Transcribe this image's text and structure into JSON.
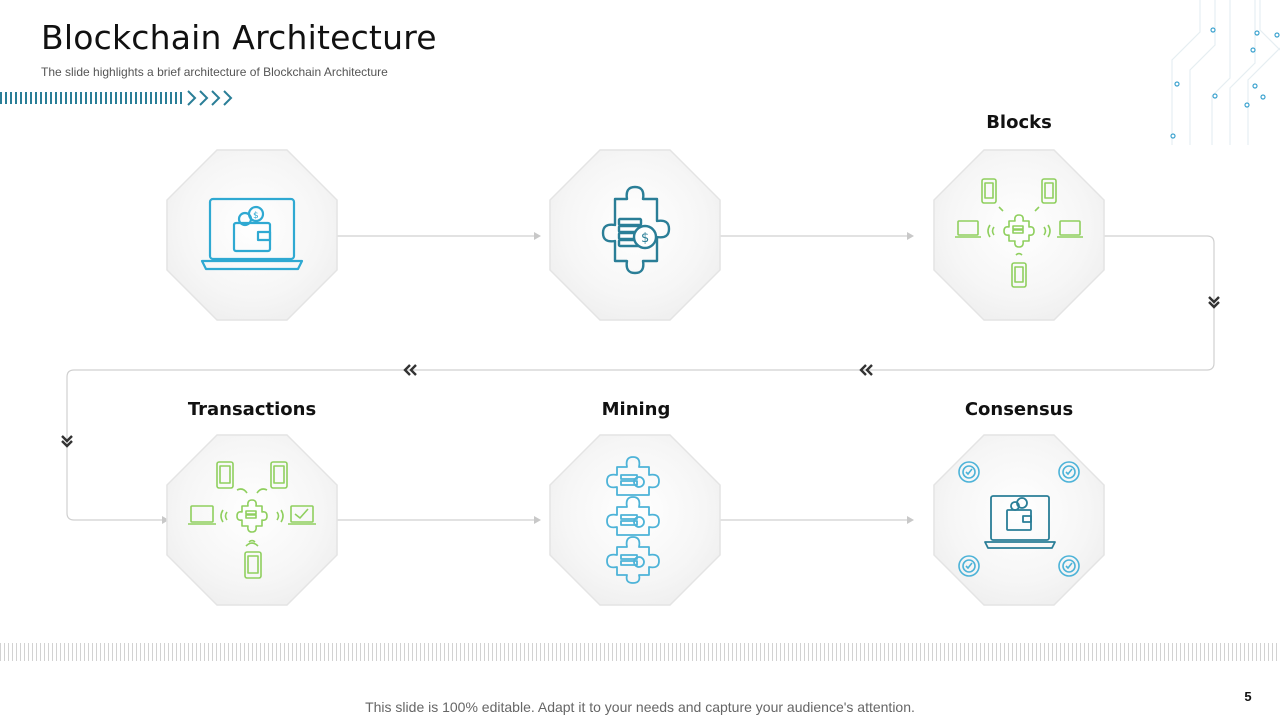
{
  "slide": {
    "title": "Blockchain Architecture",
    "subtitle": "The slide highlights a brief architecture of Blockchain Architecture",
    "footer_note": "This slide is 100% editable. Adapt it to your needs and capture your audience's attention.",
    "page_number": "5"
  },
  "nodes": [
    {
      "label": "",
      "icon": "laptop-wallet-icon",
      "color": "#2fa9d2"
    },
    {
      "label": "",
      "icon": "puzzle-coins-icon",
      "color": "#2a7e97"
    },
    {
      "label": "Blocks",
      "icon": "network-devices-icon",
      "color": "#8fcf5e"
    },
    {
      "label": "Transactions",
      "icon": "network-devices-icon",
      "color": "#8fcf5e"
    },
    {
      "label": "Mining",
      "icon": "puzzle-chain-icon",
      "color": "#4db3d8"
    },
    {
      "label": "Consensus",
      "icon": "laptop-verified-icon",
      "color": "#2a7e97"
    }
  ],
  "colors": {
    "accent": "#2a7e97",
    "connector": "#cfcfcf",
    "chevron": "#333333"
  }
}
